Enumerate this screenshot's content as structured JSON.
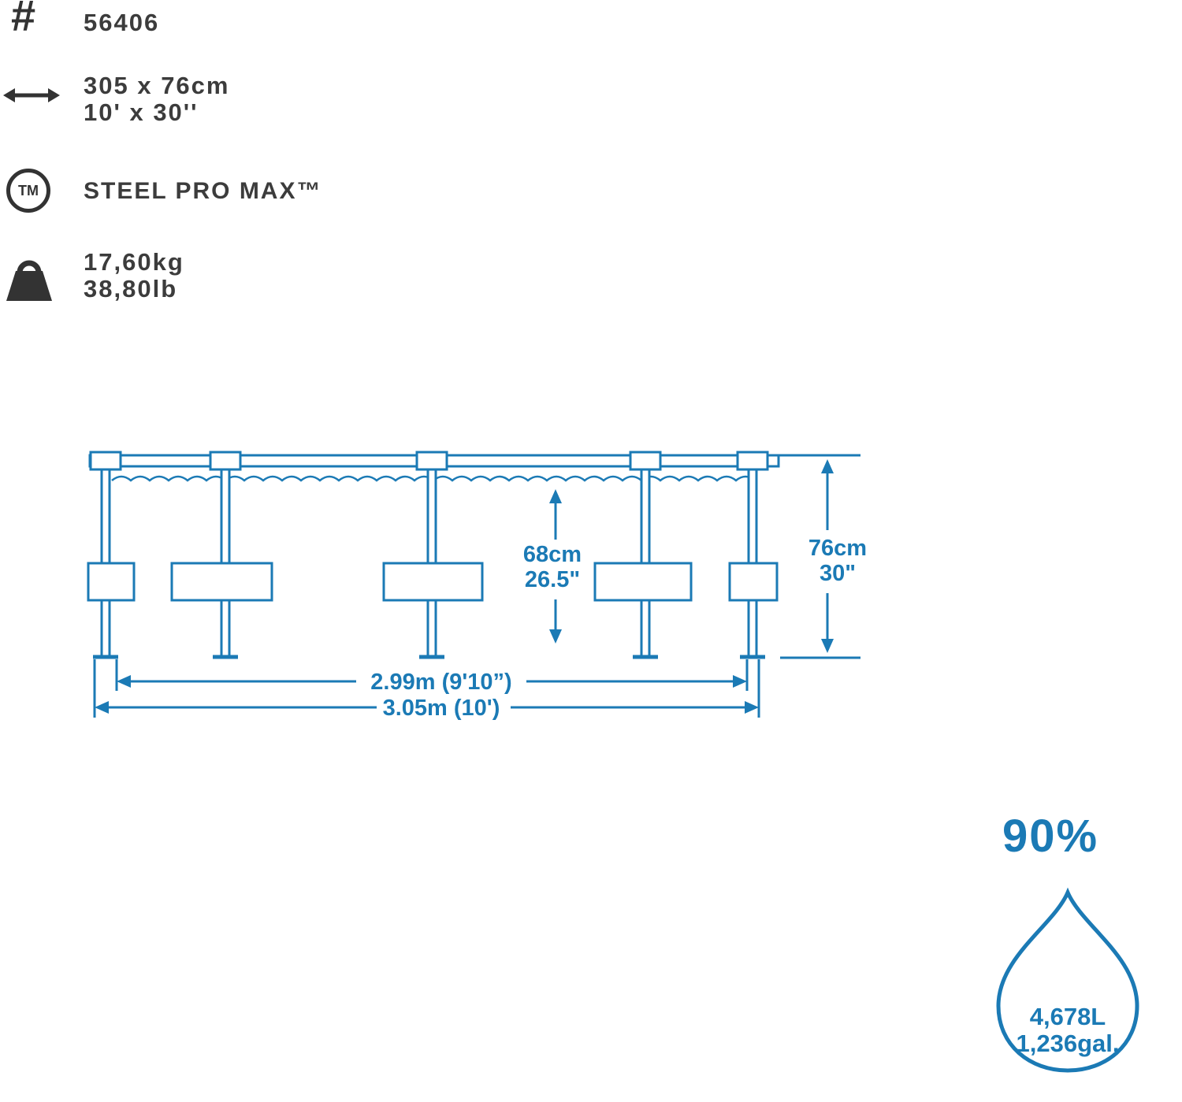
{
  "specs": {
    "item_number": "56406",
    "size_metric": "305 x 76cm",
    "size_imperial": "10' x 30''",
    "brand": "STEEL PRO MAX™",
    "weight_metric": "17,60kg",
    "weight_imperial": "38,80lb"
  },
  "diagram": {
    "water_height_metric": "68cm",
    "water_height_imperial": "26.5\"",
    "pool_height_metric": "76cm",
    "pool_height_imperial": "30\"",
    "inner_diameter": "2.99m (9'10”)",
    "outer_diameter": "3.05m (10')"
  },
  "water_capacity": {
    "fill_percent": "90%",
    "liters": "4,678L",
    "gallons": "1,236gal."
  },
  "colors": {
    "accent": "#1b7ab5",
    "ink": "#3c3c3c"
  }
}
